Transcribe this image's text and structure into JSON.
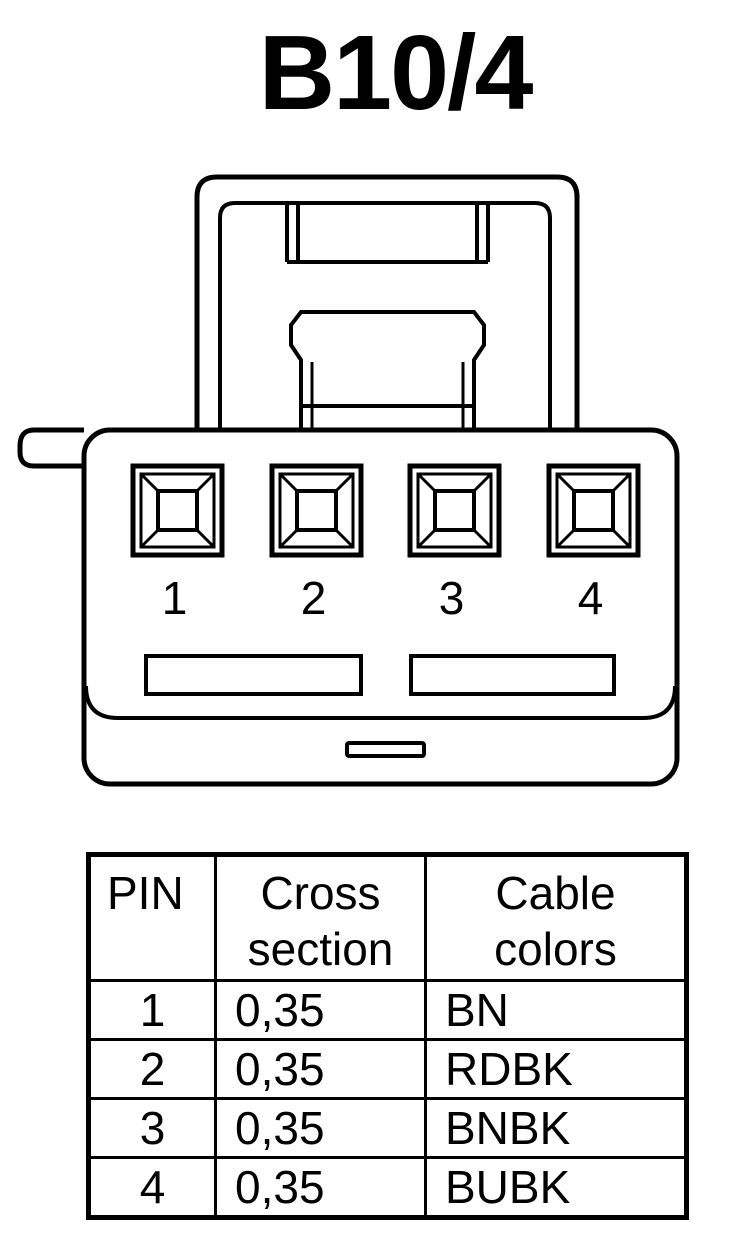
{
  "title": "B10/4",
  "connector": {
    "pin_labels": [
      "1",
      "2",
      "3",
      "4"
    ]
  },
  "table": {
    "headers": {
      "pin": "PIN",
      "cross_line1": "Cross",
      "cross_line2": "section",
      "colors_line1": "Cable",
      "colors_line2": "colors"
    },
    "rows": [
      {
        "pin": "1",
        "cross_section": "0,35",
        "color": "BN"
      },
      {
        "pin": "2",
        "cross_section": "0,35",
        "color": "RDBK"
      },
      {
        "pin": "3",
        "cross_section": "0,35",
        "color": "BNBK"
      },
      {
        "pin": "4",
        "cross_section": "0,35",
        "color": "BUBK"
      }
    ]
  }
}
